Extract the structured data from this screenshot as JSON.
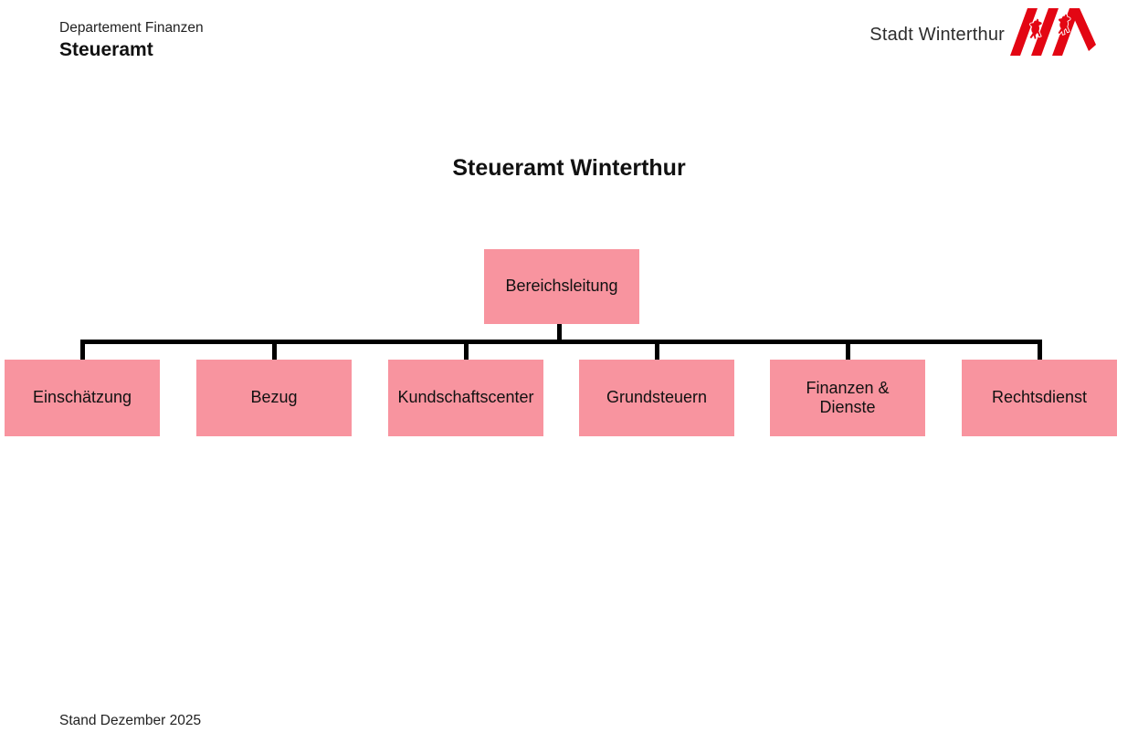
{
  "header": {
    "department": "Departement Finanzen",
    "office": "Steueramt",
    "brand": "Stadt Winterthur"
  },
  "title": "Steueramt Winterthur",
  "footer": "Stand Dezember 2025",
  "colors": {
    "box_fill": "#F8949F",
    "logo_red": "#E30613",
    "line": "#000000",
    "text": "#1A1A1A"
  },
  "icons": {
    "logo": "winterthur-w-lions-icon"
  },
  "org": {
    "root": {
      "label": "Bereichsleitung"
    },
    "children": [
      {
        "label": "Einschätzung"
      },
      {
        "label": "Bezug"
      },
      {
        "label": "Kundschaftscenter"
      },
      {
        "label": "Grundsteuern"
      },
      {
        "label": "Finanzen &\nDienste"
      },
      {
        "label": "Rechtsdienst"
      }
    ]
  }
}
